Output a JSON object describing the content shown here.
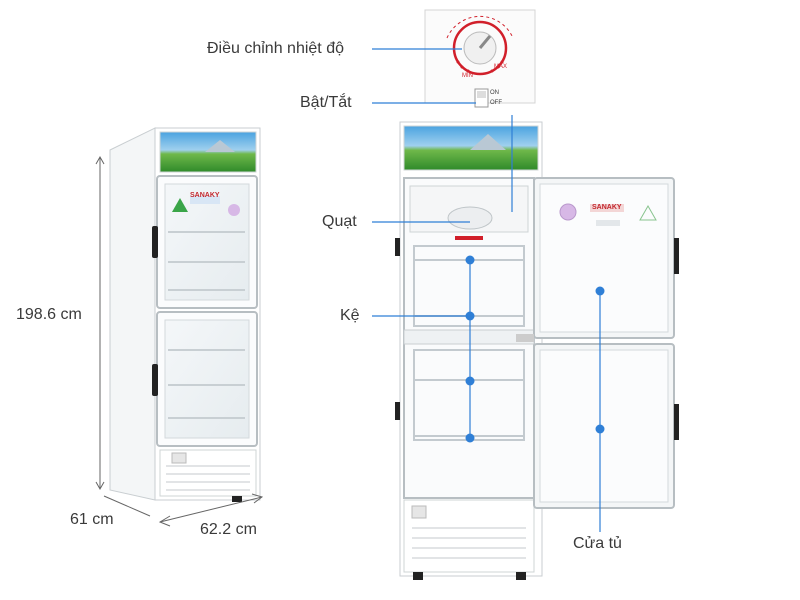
{
  "dimensions": {
    "height": "198.6 cm",
    "depth": "61 cm",
    "width": "62.2 cm"
  },
  "brand": {
    "name": "SANAKY"
  },
  "callouts": {
    "temperature_control": "Điều chỉnh nhiệt độ",
    "power_switch": "Bật/Tắt",
    "fan": "Quạt",
    "shelf": "Kệ",
    "door": "Cửa tủ"
  },
  "thermostat_panel": {
    "min_label": "MIN",
    "max_label": "MAX",
    "switch_on": "ON",
    "switch_off": "OFF"
  },
  "colors": {
    "accent_blue": "#2f7fd6",
    "line": "#555555",
    "dial_red": "#d11f2a"
  }
}
